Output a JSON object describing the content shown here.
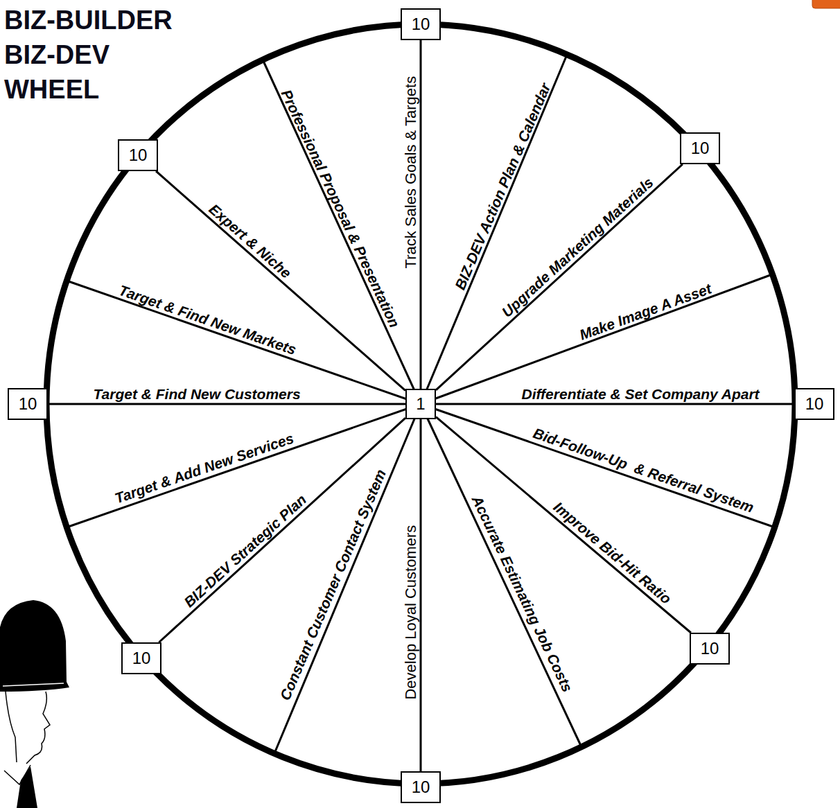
{
  "diagram": {
    "title": "BIZ-BUILDER BIZ-DEV WHEEL",
    "nodes": [
      {
        "text": [
          "1"
        ]
      },
      {
        "text": [
          "10"
        ]
      },
      {
        "text": [
          "10"
        ]
      },
      {
        "text": [
          "10"
        ]
      },
      {
        "text": [
          "10"
        ]
      },
      {
        "text": [
          "10"
        ]
      },
      {
        "text": [
          "10"
        ]
      },
      {
        "text": [
          "10"
        ]
      },
      {
        "text": [
          "10"
        ]
      }
    ],
    "edges": [
      {
        "from": 0,
        "to": 1,
        "arrow": "none",
        "label": "Track Sales Goals & Targets"
      },
      {
        "from": 0,
        "to": 2,
        "arrow": "none",
        "label": "Upgrade Marketing Materials"
      },
      {
        "from": 0,
        "to": 3,
        "arrow": "none",
        "label": "Differentiate & Set Company Apart"
      },
      {
        "from": 0,
        "to": 4,
        "arrow": "none",
        "label": "Improve Bid-Hit Ratio"
      },
      {
        "from": 0,
        "to": 5,
        "arrow": "none",
        "label": "Develop Loyal Customers"
      },
      {
        "from": 0,
        "to": 6,
        "arrow": "none",
        "label": "BIZ-DEV Strategic Plan"
      },
      {
        "from": 0,
        "to": 7,
        "arrow": "none",
        "label": "Target & Find New Customers"
      },
      {
        "from": 0,
        "to": 8,
        "arrow": "none",
        "label": "Expert & Niche"
      }
    ],
    "labels": [
      "BIZ-DEV Action Plan & Calendar",
      "Make Image A Asset",
      "Bid-Follow-Up  & Referral System",
      "Accurate Estimating Job Costs",
      "Constant Customer Contact System",
      "Target & Add New Services",
      "Target & Find New Markets",
      "Professional Proposal & Presentation"
    ]
  }
}
